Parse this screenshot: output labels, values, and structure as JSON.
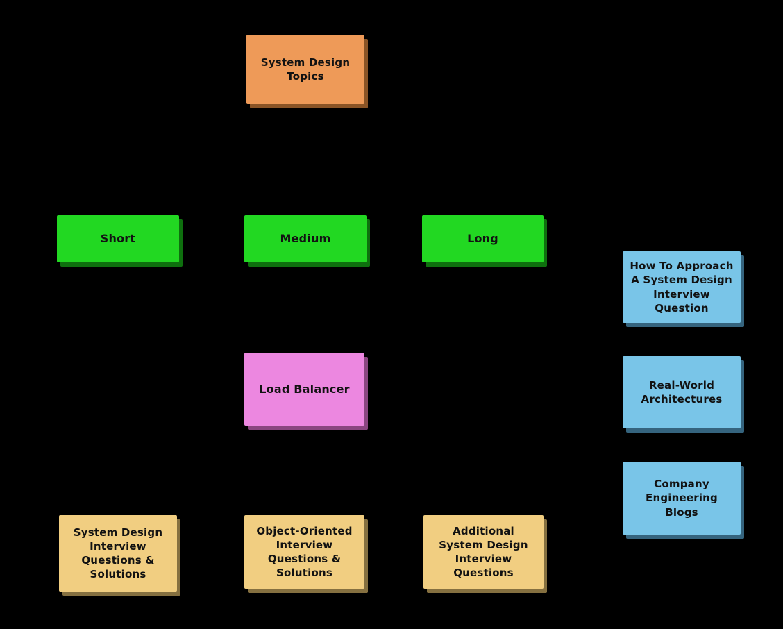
{
  "colors": {
    "background": "#000000",
    "orange": {
      "fill": "#EE9A58",
      "shadow": "#8A5426"
    },
    "green": {
      "fill": "#22D822",
      "shadow": "#0E700E"
    },
    "pink": {
      "fill": "#EC87E0",
      "shadow": "#8A4680"
    },
    "blue": {
      "fill": "#79C5E8",
      "shadow": "#35647E"
    },
    "tan": {
      "fill": "#F1CE81",
      "shadow": "#857040"
    }
  },
  "nodes": [
    {
      "id": "system-design-topics",
      "label": "System Design\nTopics",
      "color": "orange"
    },
    {
      "id": "short",
      "label": "Short",
      "color": "green"
    },
    {
      "id": "medium",
      "label": "Medium",
      "color": "green"
    },
    {
      "id": "long",
      "label": "Long",
      "color": "green"
    },
    {
      "id": "load-balancer",
      "label": "Load Balancer",
      "color": "pink"
    },
    {
      "id": "how-to-approach",
      "label": "How To Approach\nA System Design\nInterview\nQuestion",
      "color": "blue"
    },
    {
      "id": "real-world-architectures",
      "label": "Real-World\nArchitectures",
      "color": "blue"
    },
    {
      "id": "company-engineering-blogs",
      "label": "Company\nEngineering\nBlogs",
      "color": "blue"
    },
    {
      "id": "system-design-interview-questions",
      "label": "System Design\nInterview\nQuestions &\nSolutions",
      "color": "tan"
    },
    {
      "id": "object-oriented-interview-questions",
      "label": "Object-Oriented\nInterview\nQuestions &\nSolutions",
      "color": "tan"
    },
    {
      "id": "additional-system-design-interview-questions",
      "label": "Additional\nSystem Design\nInterview\nQuestions",
      "color": "tan"
    }
  ]
}
